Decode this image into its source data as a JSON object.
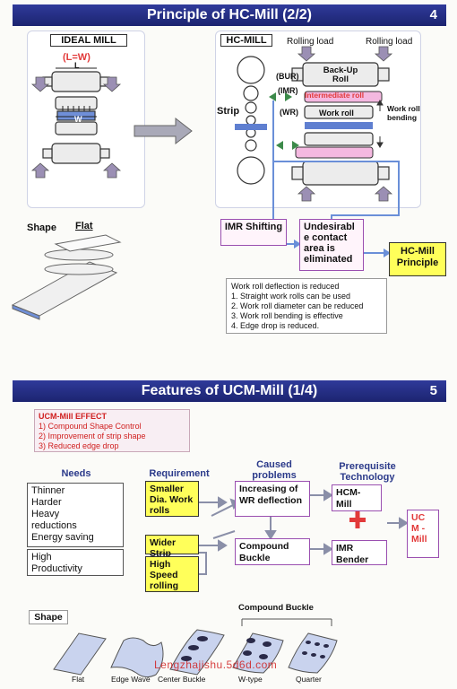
{
  "slide4": {
    "title": "Principle of HC-Mill  (2/2)",
    "number": "4",
    "ideal_mill": "IDEAL MILL",
    "lw": "(L=W)",
    "l": "L",
    "w": "W",
    "hc_mill": "HC-MILL",
    "rolling_load_left": "Rolling load",
    "rolling_load_right": "Rolling load",
    "bur": "(BUR)",
    "imr": "(IMR)",
    "wr": "(WR)",
    "backup_roll": "Back-Up Roll",
    "intermediate_roll": "Intermediate roll",
    "work_roll": "Work roll",
    "work_roll_bending": "Work roll bending",
    "strip": "Strip",
    "shape": "Shape",
    "flat": "Flat",
    "imr_shifting": "IMR Shifting",
    "undesirable": "Undesirabl e contact area is eliminated",
    "hc_principle": "HC-Mill Principle",
    "notes_title": "Work roll deflection is reduced",
    "notes": [
      "1. Straight work rolls can be used",
      "2. Work roll diameter can be reduced",
      "3. Work roll bending is effective",
      "4. Edge drop is reduced."
    ]
  },
  "slide5": {
    "title": "Features of UCM-Mill  (1/4)",
    "number": "5",
    "effect_title": "UCM-Mill EFFECT",
    "effects": [
      "1) Compound Shape Control",
      "2) Improvement of strip shape",
      "3) Reduced edge drop"
    ],
    "needs_header": "Needs",
    "requirement_header": "Requirement",
    "caused_header": "Caused problems",
    "prereq_header": "Prerequisite Technology",
    "needs_top": [
      "Thinner",
      "Harder",
      "Heavy",
      "reductions",
      "Energy saving"
    ],
    "needs_bottom": [
      "High",
      "Productivity"
    ],
    "req_smaller": "Smaller Dia. Work rolls",
    "req_wider": "Wider Strip",
    "req_high_speed": "High Speed rolling",
    "problem_wr": "Increasing of WR deflection",
    "problem_buckle": "Compound Buckle",
    "tech_hcm": "HCM- Mill",
    "tech_imr": "IMR Bender",
    "plus": "+",
    "result": "UC M - Mill",
    "compound_buckle": "Compound Buckle",
    "shape": "Shape",
    "shape_labels": [
      "Flat",
      "Edge Wave",
      "Center Buckle",
      "W-type",
      "Quarter"
    ],
    "watermark": "Lengzhajishu.5d6d.com"
  },
  "colors": {
    "banner": "#1c2470",
    "purple": "#9a4fb0",
    "yellow": "#ffff5a",
    "red": "#e23a3a",
    "blue_line": "#6a8fd8"
  }
}
